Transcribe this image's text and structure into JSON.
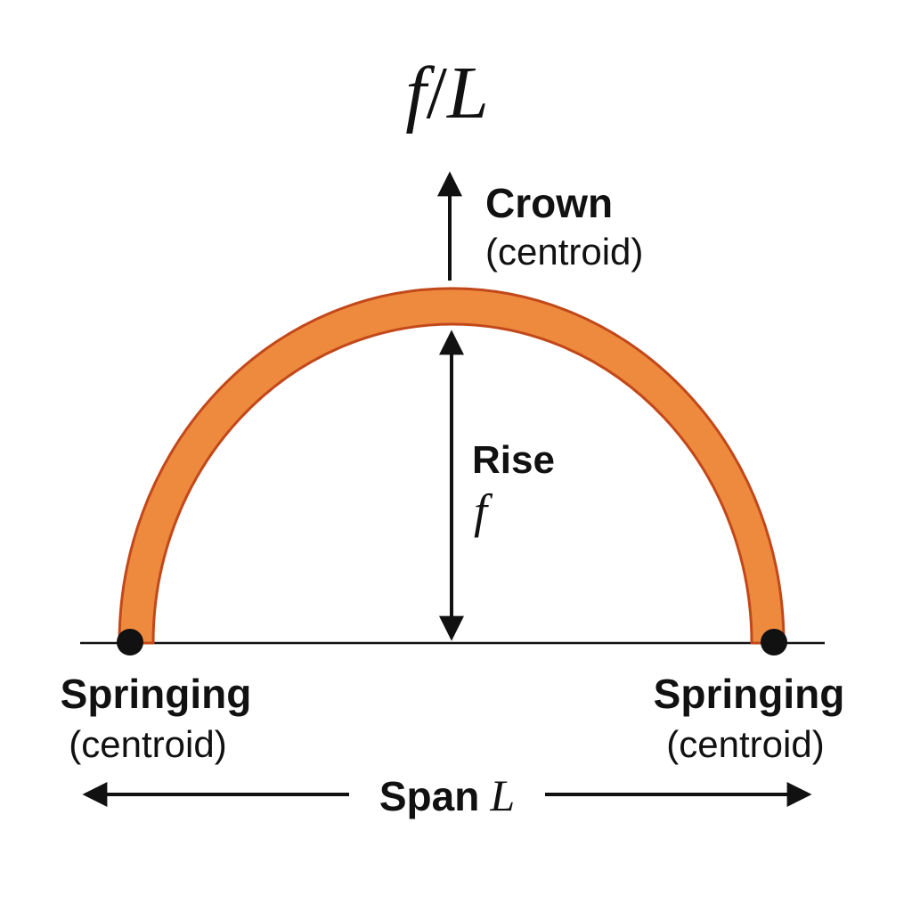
{
  "title": {
    "numerator": "f",
    "slash": "/",
    "denominator": "L"
  },
  "crown": {
    "label": "Crown",
    "sublabel": "(centroid)"
  },
  "rise": {
    "label": "Rise",
    "symbol": "f"
  },
  "springing_left": {
    "label": "Springing",
    "sublabel": "(centroid)"
  },
  "springing_right": {
    "label": "Springing",
    "sublabel": "(centroid)"
  },
  "span": {
    "label": "Span",
    "symbol": "L"
  },
  "colors": {
    "arch_fill": "#EE8A3E",
    "arch_edge": "#C2481A",
    "ink": "#111111",
    "background": "#FFFFFF"
  }
}
